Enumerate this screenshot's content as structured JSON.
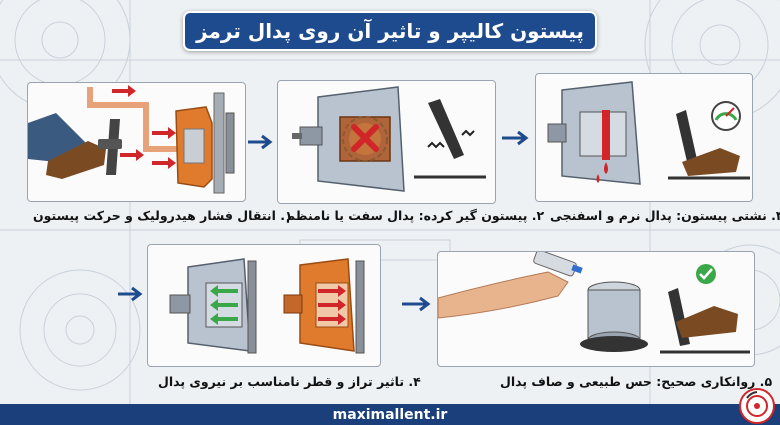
{
  "title": "پیستون کالیپر و تاثیر آن روی پدال ترمز",
  "steps": [
    {
      "caption": "۱. انتقال فشار هیدرولیک و حرکت پیستون"
    },
    {
      "caption": "۲. پیستون گیر کرده: پدال سفت یا نامنظم"
    },
    {
      "caption": "۳. نشتی پیستون: پدال نرم و اسفنجی"
    },
    {
      "caption": "۴. تاثیر تراز و قطر نامناسب بر نیروی پدال"
    },
    {
      "caption": "۵. روانکاری صحیح: حس طبیعی و صاف پدال"
    }
  ],
  "footer": {
    "website": "maximallent.ir"
  },
  "colors": {
    "title_bg": "#1e4a8e",
    "footer_bg": "#1a3f7a",
    "caliper_orange": "#e07a2c",
    "fluid_red": "#d0262a",
    "ok_green": "#3aa848",
    "arrow_blue": "#1e4a8e"
  },
  "icons": [
    "brake-pedal-icon",
    "caliper-icon",
    "pressure-gauge-icon",
    "check-icon",
    "grease-tube-icon",
    "brake-disc-logo-icon"
  ]
}
